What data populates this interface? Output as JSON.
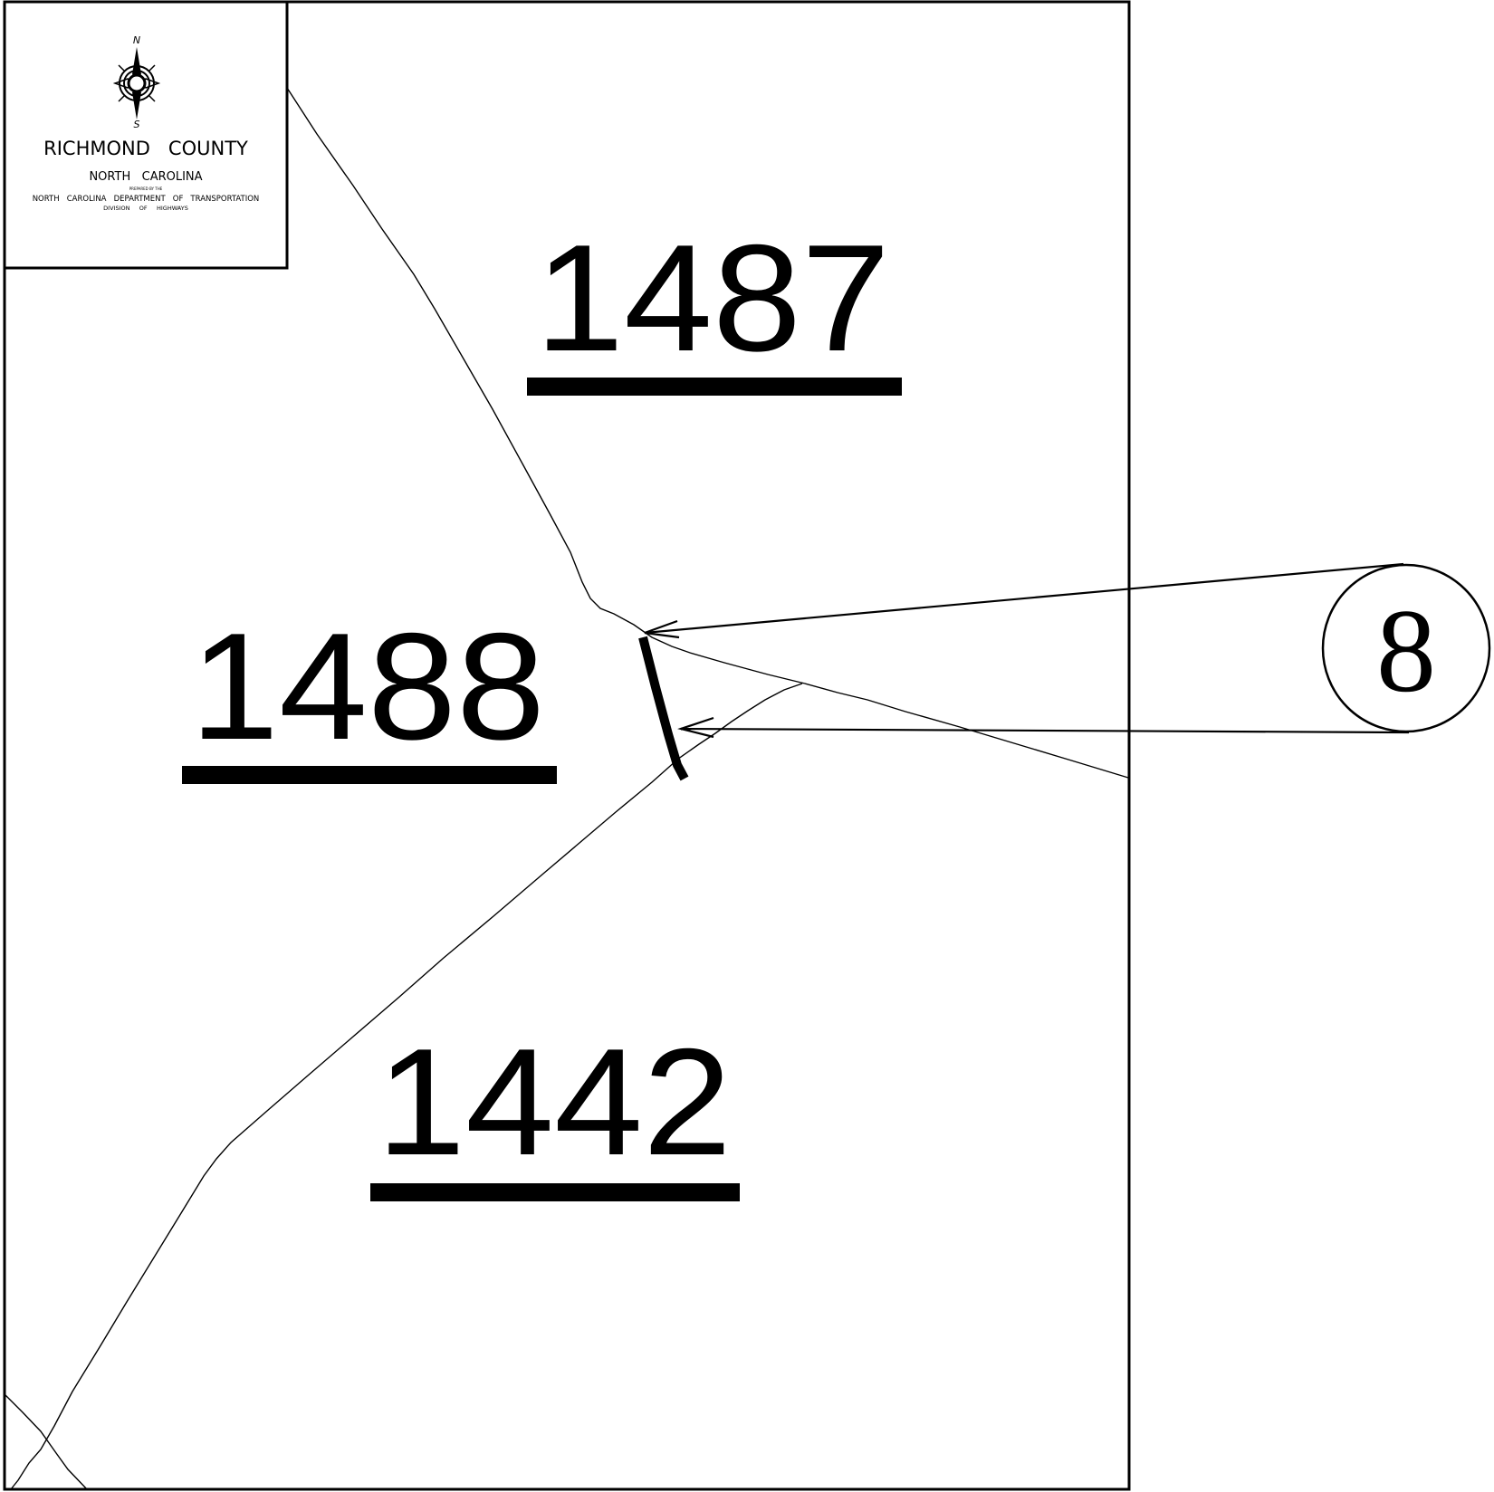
{
  "title_block": {
    "north_letter": "N",
    "south_letter": "S",
    "county": "RICHMOND   COUNTY",
    "state": "NORTH   CAROLINA",
    "prepared_by": "PREPARED BY THE",
    "department": "NORTH   CAROLINA   DEPARTMENT   OF   TRANSPORTATION",
    "division": "DIVISION     OF     HIGHWAYS"
  },
  "roads": [
    {
      "id": "1487",
      "label": "1487"
    },
    {
      "id": "1488",
      "label": "1488"
    },
    {
      "id": "1442",
      "label": "1442"
    }
  ],
  "callout": {
    "label": "8"
  },
  "icons": {
    "compass": "compass-rose-icon"
  },
  "colors": {
    "ink": "#000000",
    "paper": "#ffffff"
  }
}
